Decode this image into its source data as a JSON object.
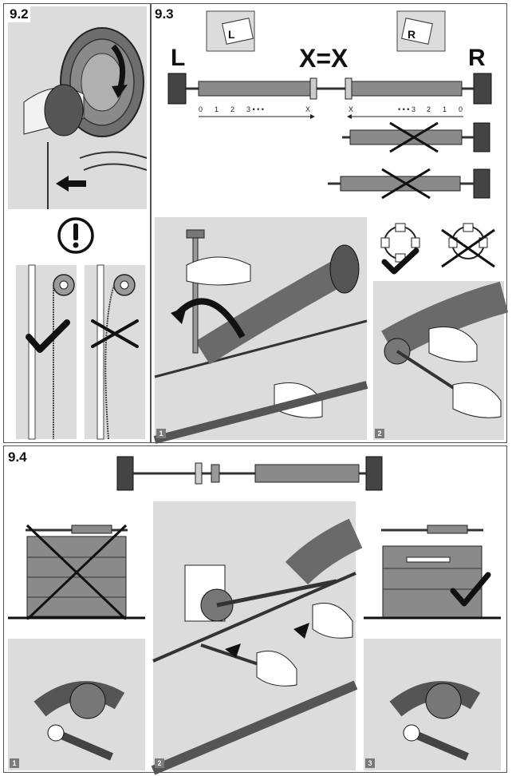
{
  "sections": {
    "s92": "9.2",
    "s93": "9.3",
    "s94": "9.4"
  },
  "panel_93": {
    "left_letter": "L",
    "right_letter": "R",
    "equation": "X=X",
    "tag_left": "L",
    "tag_right": "R",
    "scale_left": [
      "0",
      "1",
      "2",
      "3 • • •",
      "X"
    ],
    "scale_right": [
      "X",
      "• • • 3",
      "2",
      "1",
      "0"
    ]
  },
  "steps": {
    "a1": "1",
    "a2": "2",
    "b1": "1",
    "b2": "2",
    "b3": "3"
  },
  "icons": {
    "warning": "exclamation-circle-icon",
    "ok": "check-mark-icon",
    "wrong": "cross-mark-icon"
  },
  "colors": {
    "panel_gray": "#dcdcdc",
    "line": "#222222",
    "badge": "#7a7a7a"
  }
}
